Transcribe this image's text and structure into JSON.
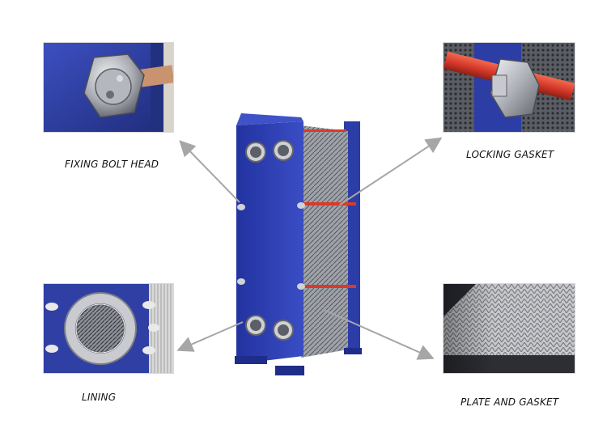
{
  "callouts": {
    "fixing_bolt_head": "FIXING BOLT HEAD",
    "locking_gasket": "LOCKING GASKET",
    "lining": "LINING",
    "plate_and_gasket": "PLATE AND GASKET"
  },
  "colors": {
    "frame_blue": "#2b3fb0",
    "frame_blue_dark": "#1b2a80",
    "bolt_red": "#d93a2b",
    "steel": "#b9bcc2",
    "arrow_gray": "#a6a6a6"
  },
  "icons": {
    "bolt_detail": "bolt-head-photo",
    "gasket_detail": "locking-nut-photo",
    "lining_detail": "port-lining-photo",
    "plate_detail": "plate-pack-photo"
  }
}
